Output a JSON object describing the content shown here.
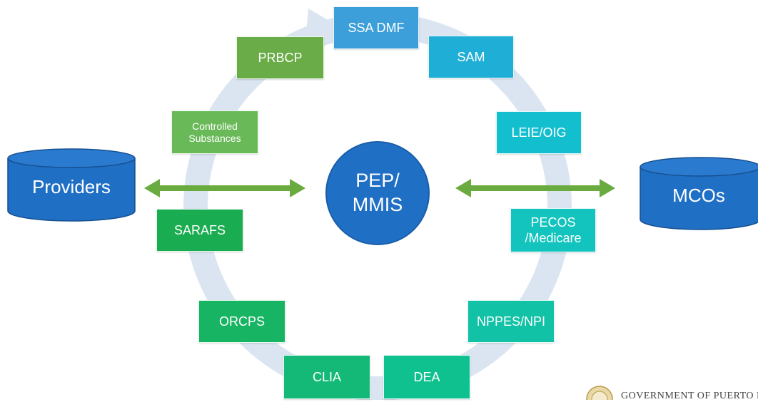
{
  "center": {
    "label": "PEP/\nMMIS",
    "color": "#1f6fc5"
  },
  "left_store": {
    "label": "Providers"
  },
  "right_store": {
    "label": "MCOs"
  },
  "nodes": [
    {
      "label": "SSA DMF",
      "color": "#3d9fd9"
    },
    {
      "label": "SAM",
      "color": "#1faed6"
    },
    {
      "label": "LEIE/OIG",
      "color": "#13bfcf"
    },
    {
      "label": "PECOS\n/Medicare",
      "color": "#12c4bd"
    },
    {
      "label": "NPPES/NPI",
      "color": "#11c2a6"
    },
    {
      "label": "DEA",
      "color": "#10c190"
    },
    {
      "label": "CLIA",
      "color": "#14b977"
    },
    {
      "label": "ORCPS",
      "color": "#17b463"
    },
    {
      "label": "SARAFS",
      "color": "#1aac50"
    },
    {
      "label": "Controlled\nSubstances",
      "color": "#6ab958"
    },
    {
      "label": "PRBCP",
      "color": "#6aac47"
    }
  ],
  "arrow_color": "#6aab3f",
  "ring_color": "#dbe5f1",
  "footer": {
    "text": "GOVERNMENT OF PUERTO R"
  }
}
